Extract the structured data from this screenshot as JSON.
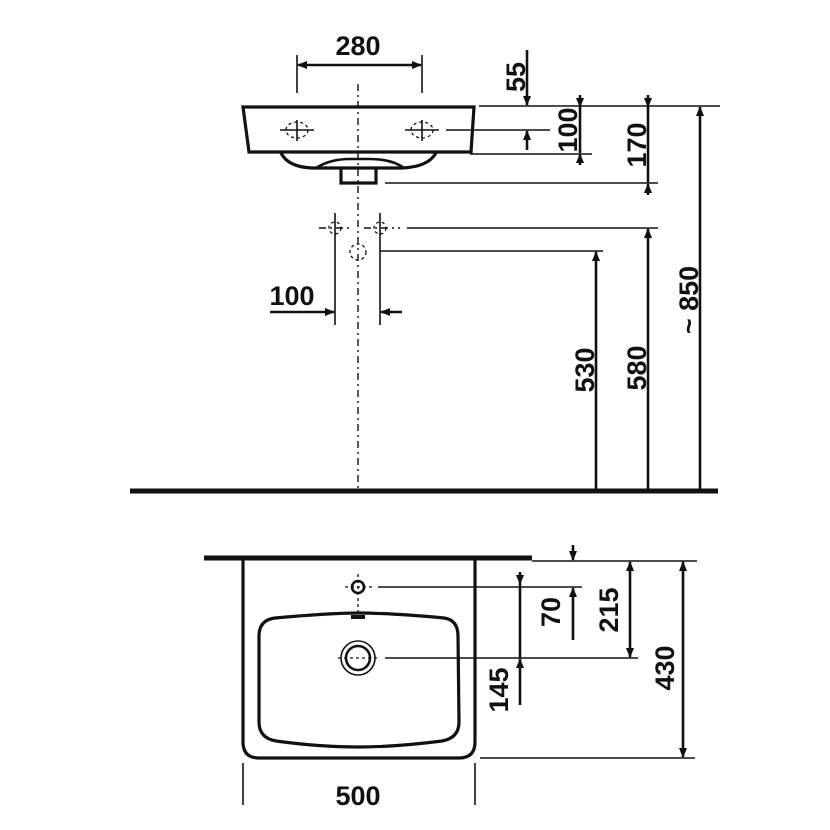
{
  "side_view": {
    "tap_spacing": "280",
    "tap_hole_depth": "55",
    "basin_height": "100",
    "overall_height": "170",
    "supply_spacing": "100",
    "drain_height": "530",
    "supply_height": "580",
    "rim_height": "~ 850"
  },
  "top_view": {
    "overflow_offset": "70",
    "drain_offset": "215",
    "drain_to_front": "145",
    "depth": "430",
    "width": "500"
  }
}
